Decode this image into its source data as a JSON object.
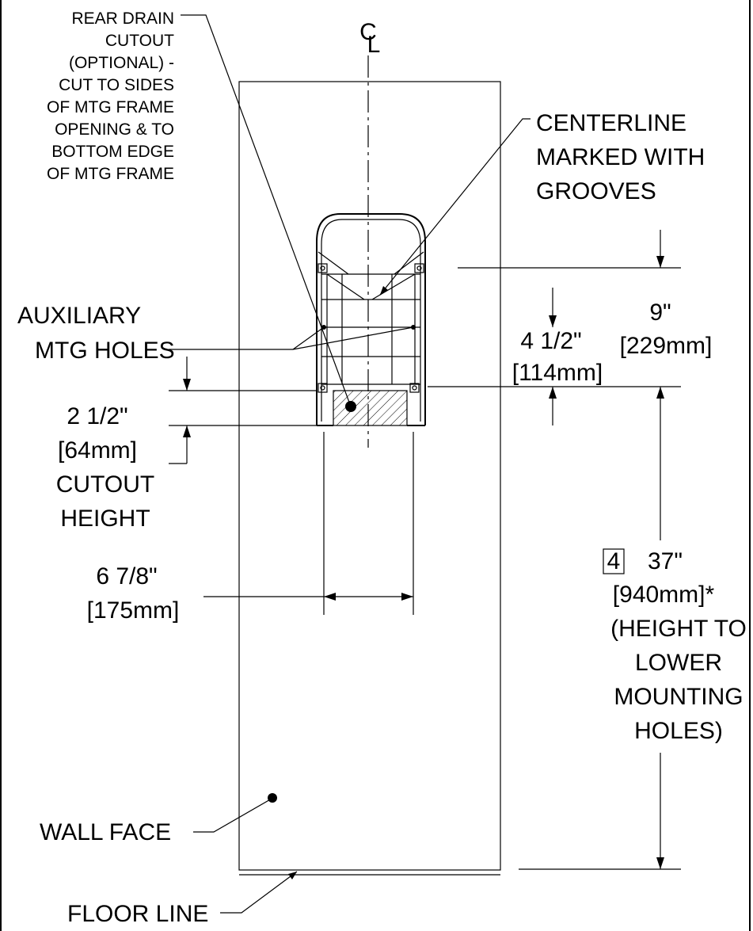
{
  "centerline_symbol": "CL",
  "labels": {
    "rear_drain": [
      "REAR DRAIN",
      "CUTOUT",
      "(OPTIONAL) -",
      "CUT TO SIDES",
      "OF MTG FRAME",
      "OPENING & TO",
      "BOTTOM EDGE",
      "OF MTG FRAME"
    ],
    "centerline_note": [
      "CENTERLINE",
      "MARKED WITH",
      "GROOVES"
    ],
    "aux_holes": [
      "AUXILIARY",
      "MTG HOLES"
    ],
    "cutout_height": [
      "2 1/2\"",
      "[64mm]",
      "CUTOUT",
      "HEIGHT"
    ],
    "dim_4_5": [
      "4 1/2\"",
      "[114mm]"
    ],
    "dim_9": [
      "9\"",
      "[229mm]"
    ],
    "dim_width": [
      "6 7/8\"",
      "[175mm]"
    ],
    "note_number": "4",
    "dim_37": [
      "37\"",
      "[940mm]*",
      "(HEIGHT TO",
      "LOWER",
      "MOUNTING",
      "HOLES)"
    ],
    "wall_face": "WALL FACE",
    "floor_line": "FLOOR LINE"
  }
}
